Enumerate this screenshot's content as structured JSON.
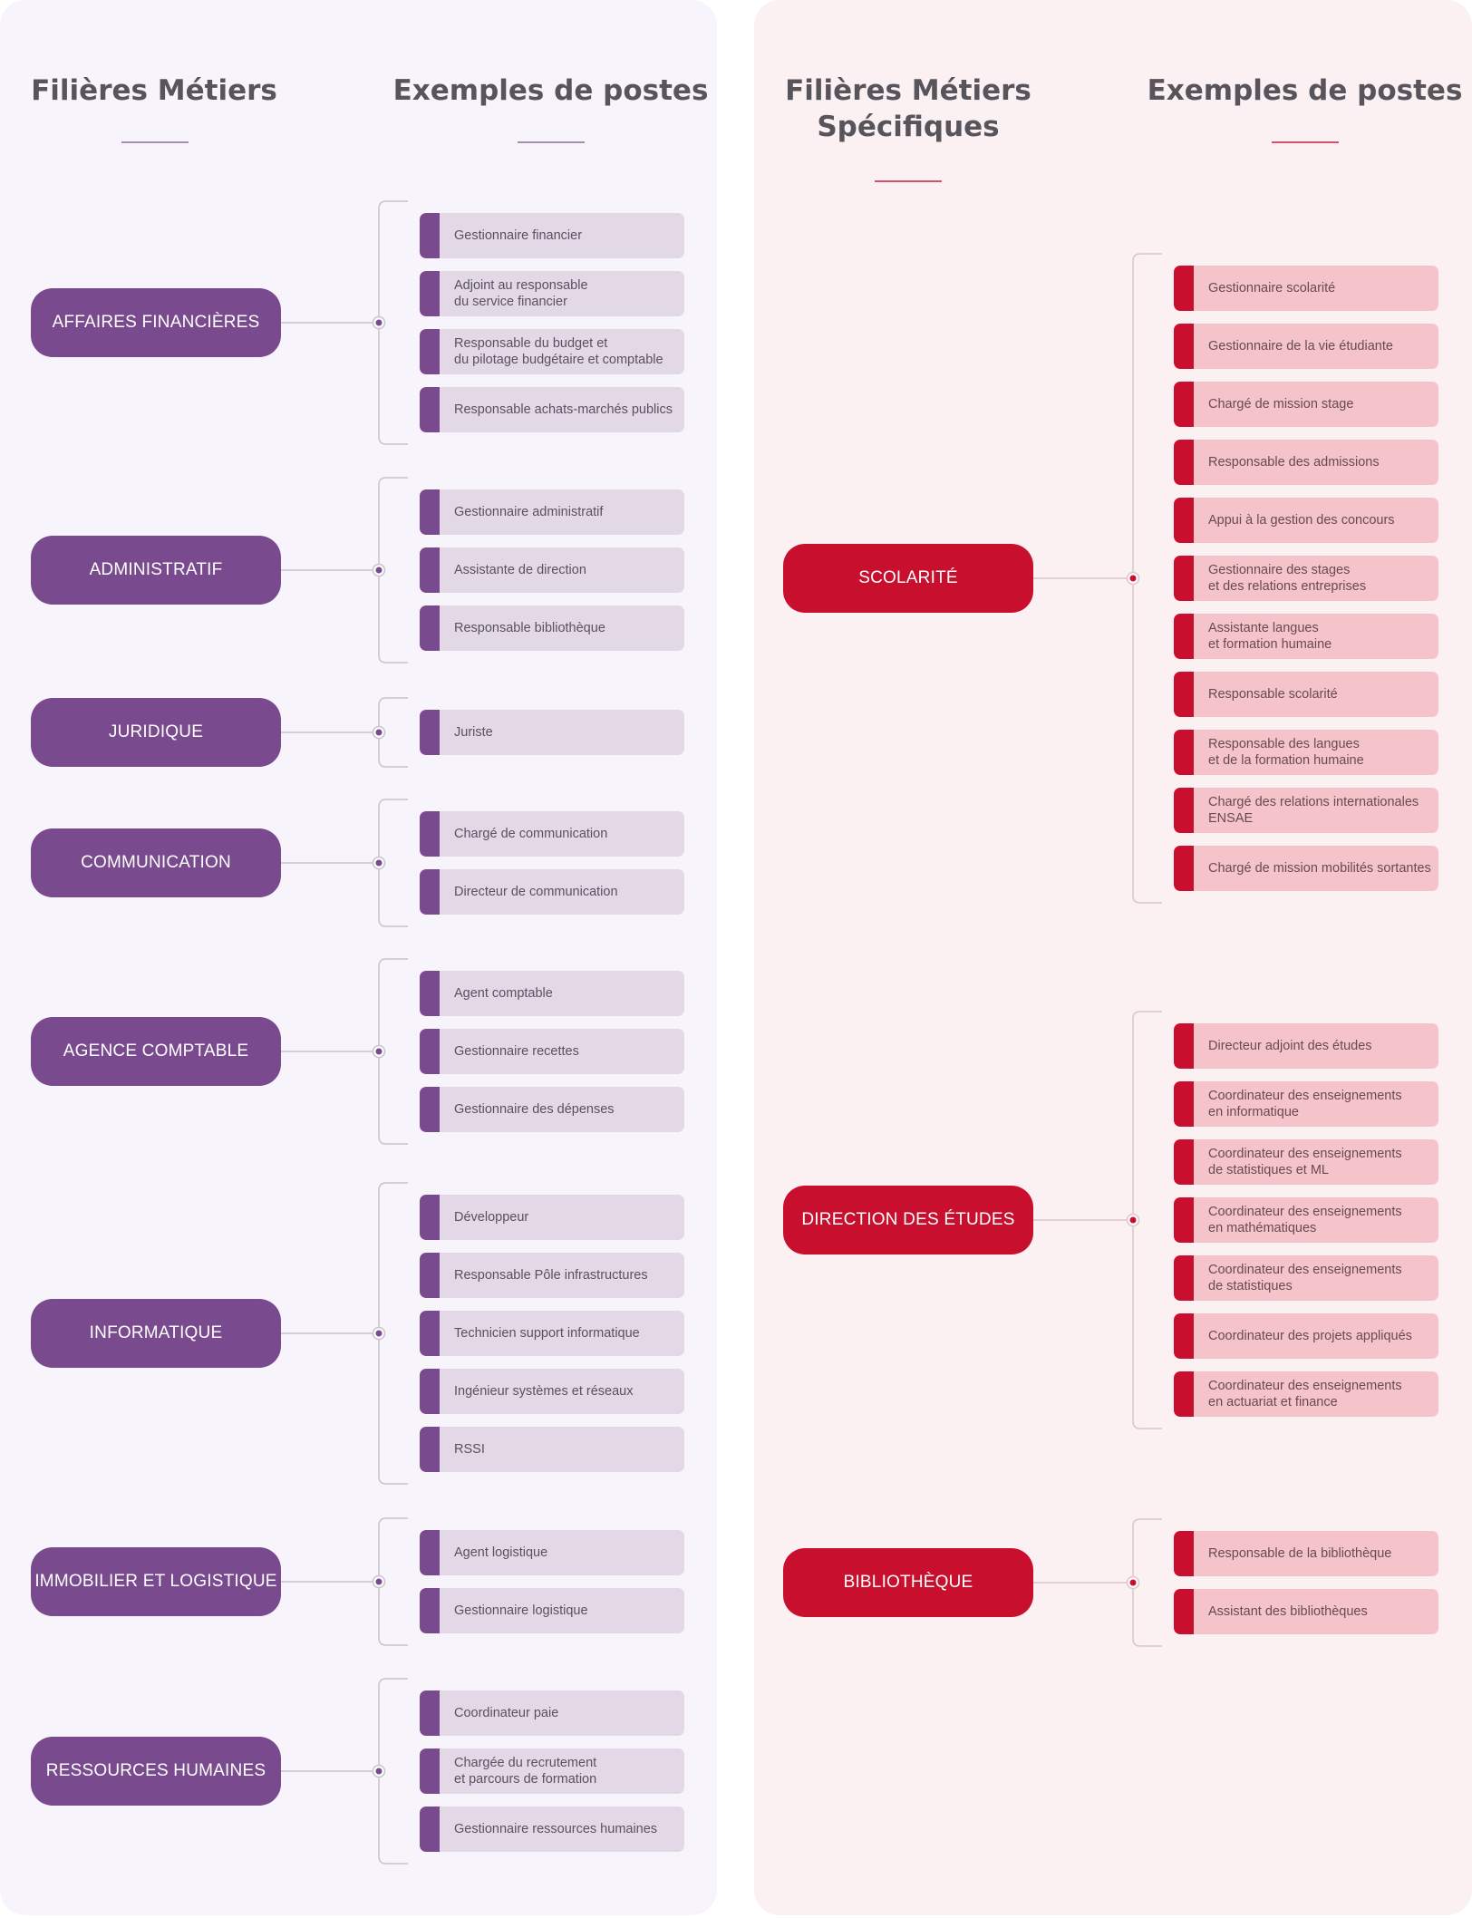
{
  "colors": {
    "purple": "#7a4a8f",
    "red": "#c8102e",
    "purple_post": "#e2d8e6",
    "red_post": "#f5c4cb",
    "panel_left": "#f7f5fb",
    "panel_right": "#fcf1f2"
  },
  "left_panel": {
    "title_categories": "Filières Métiers",
    "title_posts": "Exemples de postes",
    "groups": [
      {
        "name": "AFFAIRES FINANCIÈRES",
        "posts": [
          "Gestionnaire financier",
          "Adjoint au responsable\ndu service financier",
          "Responsable du budget et\ndu pilotage budgétaire et comptable",
          "Responsable achats-marchés publics"
        ]
      },
      {
        "name": "ADMINISTRATIF",
        "posts": [
          "Gestionnaire administratif",
          "Assistante de direction",
          "Responsable bibliothèque"
        ]
      },
      {
        "name": "JURIDIQUE",
        "posts": [
          "Juriste"
        ]
      },
      {
        "name": "COMMUNICATION",
        "posts": [
          "Chargé de communication",
          "Directeur de communication"
        ]
      },
      {
        "name": "AGENCE COMPTABLE",
        "posts": [
          "Agent comptable",
          "Gestionnaire recettes",
          "Gestionnaire des dépenses"
        ]
      },
      {
        "name": "INFORMATIQUE",
        "posts": [
          "Développeur",
          "Responsable Pôle infrastructures",
          "Technicien support informatique",
          "Ingénieur systèmes et réseaux",
          "RSSI"
        ]
      },
      {
        "name": "IMMOBILIER ET LOGISTIQUE",
        "posts": [
          "Agent logistique",
          "Gestionnaire logistique"
        ]
      },
      {
        "name": "RESSOURCES HUMAINES",
        "posts": [
          "Coordinateur paie",
          "Chargée du recrutement\net parcours de formation",
          "Gestionnaire ressources humaines"
        ]
      }
    ]
  },
  "right_panel": {
    "title_categories": "Filières Métiers\nSpécifiques",
    "title_posts": "Exemples de postes",
    "groups": [
      {
        "name": "SCOLARITÉ",
        "posts": [
          "Gestionnaire scolarité",
          "Gestionnaire de la vie étudiante",
          "Chargé de mission stage",
          "Responsable des admissions",
          "Appui à la gestion des concours",
          "Gestionnaire des stages\net des relations entreprises",
          "Assistante langues\net formation humaine",
          "Responsable scolarité",
          "Responsable des langues\net de la formation humaine",
          "Chargé des relations internationales\nENSAE",
          "Chargé de mission mobilités sortantes"
        ]
      },
      {
        "name": "DIRECTION DES ÉTUDES",
        "posts": [
          "Directeur adjoint des études",
          "Coordinateur des enseignements\nen informatique",
          "Coordinateur des enseignements\nde statistiques et ML",
          "Coordinateur des enseignements\nen mathématiques",
          "Coordinateur des enseignements\nde statistiques",
          "Coordinateur des projets appliqués",
          "Coordinateur des enseignements\nen actuariat et finance"
        ]
      },
      {
        "name": "BIBLIOTHÈQUE",
        "posts": [
          "Responsable de la bibliothèque",
          "Assistant des bibliothèques"
        ]
      }
    ]
  }
}
